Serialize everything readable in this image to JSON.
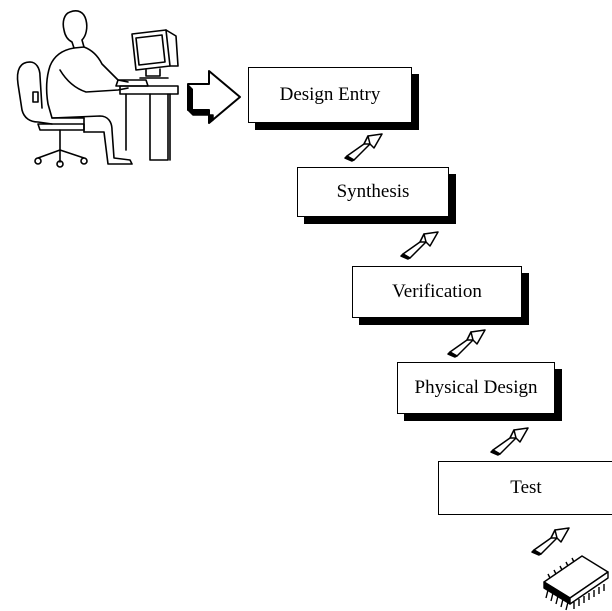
{
  "flow": {
    "steps": [
      {
        "label": "Design Entry"
      },
      {
        "label": "Synthesis"
      },
      {
        "label": "Verification"
      },
      {
        "label": "Physical Design"
      },
      {
        "label": "Test"
      }
    ],
    "start_icon": "designer-at-computer-icon",
    "end_icon": "integrated-circuit-chip-icon",
    "connector_icon": "ribbon-arrow-icon"
  }
}
